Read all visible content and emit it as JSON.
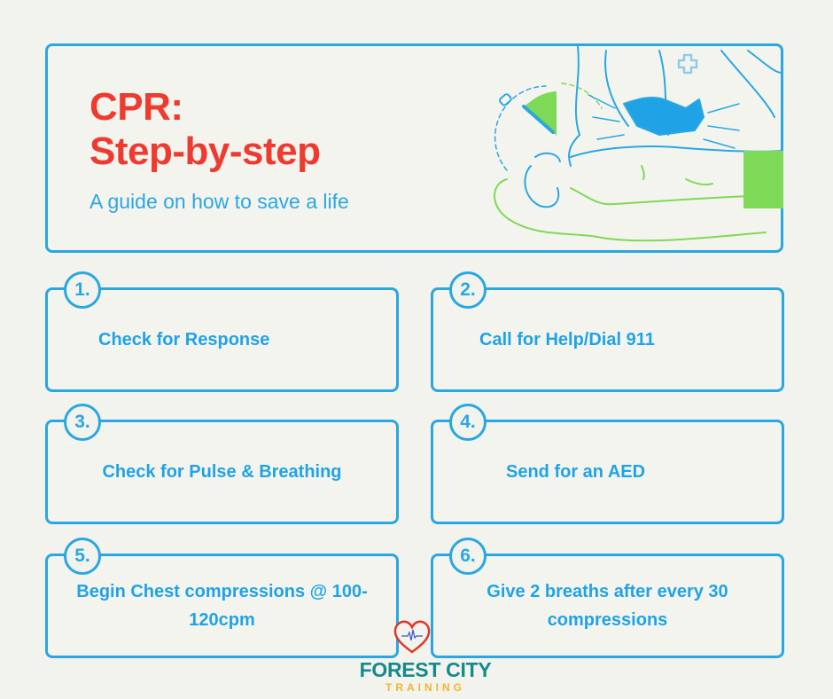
{
  "hero": {
    "title_line1": "CPR:",
    "title_line2": "Step-by-step",
    "subtitle": "A guide on how to save a life",
    "illustration": "cpr-chest-compression-illustration"
  },
  "steps": [
    {
      "number": "1.",
      "text": "Check for Response"
    },
    {
      "number": "2.",
      "text": "Call for Help/Dial 911"
    },
    {
      "number": "3.",
      "text": "Check for Pulse & Breathing"
    },
    {
      "number": "4.",
      "text": "Send for an AED"
    },
    {
      "number": "5.",
      "text": "Begin Chest compressions @ 100-120cpm"
    },
    {
      "number": "6.",
      "text": "Give 2 breaths after every 30 compressions"
    }
  ],
  "logo": {
    "name": "FOREST CITY",
    "sub": "TRAINING",
    "icon": "heart-heartbeat-icon"
  },
  "colors": {
    "accent_blue": "#2aa7e1",
    "title_red": "#ef3a2f",
    "accent_green": "#7ed957",
    "logo_teal": "#148a8a",
    "logo_gold": "#f2b52b",
    "background": "#f3f3ee"
  }
}
